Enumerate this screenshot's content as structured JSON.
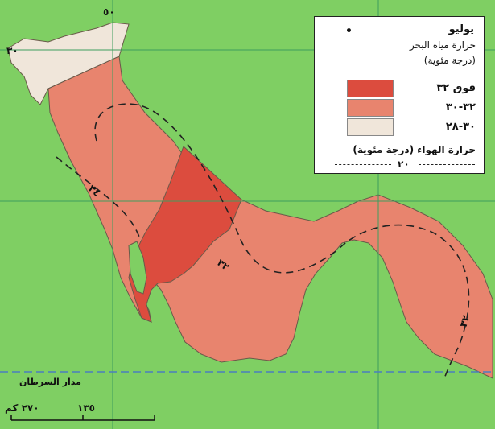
{
  "legend": {
    "title": "يوليو",
    "subtitle_line1": "حرارة مياه البحر",
    "subtitle_line2": "(درجة مئوية)",
    "classes": [
      {
        "label": "فوق ٣٢",
        "color": "#dc4c3e"
      },
      {
        "label": "٣٢-٣٠",
        "color": "#e8846e"
      },
      {
        "label": "٣٠-٢٨",
        "color": "#f0e6da"
      }
    ],
    "air_label": "حرارة الهواء (درجة مئوية)",
    "air_value": "٢٠"
  },
  "map": {
    "tropic_label": "مدار السرطان",
    "scale_270": "٢٧٠ كم",
    "scale_135": "١٣٥",
    "coord_50": "٥٠",
    "coord_30": "٣٠",
    "isotherm_values": [
      "٣٤",
      "٣٢",
      "٣٢"
    ],
    "colors": {
      "land": "#7fcf63",
      "grid": "#3e9e5e",
      "border": "#6a5a4a",
      "tropic": "#4a7ec0"
    }
  }
}
